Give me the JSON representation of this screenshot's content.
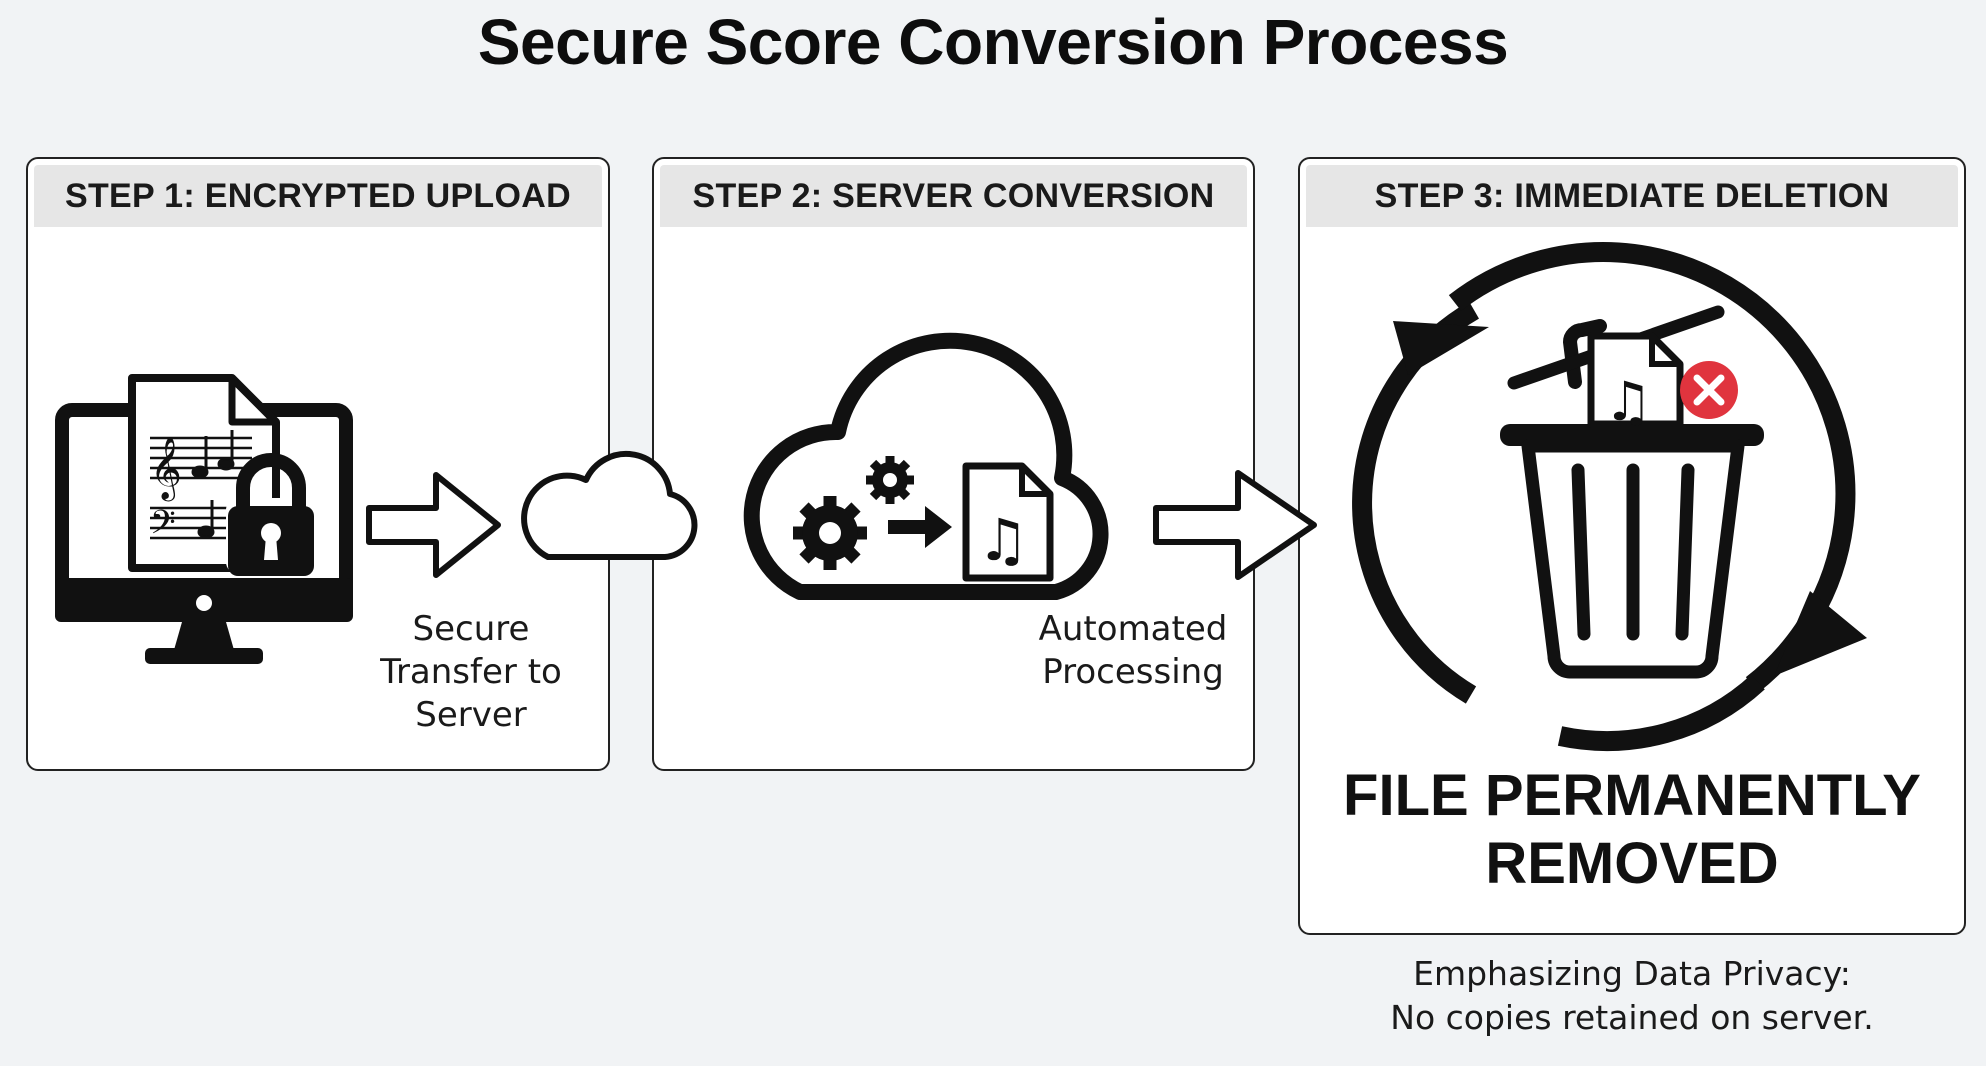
{
  "title": "Secure Score Conversion Process",
  "steps": [
    {
      "header": "STEP 1: ENCRYPTED UPLOAD",
      "caption": [
        "Secure",
        "Transfer to",
        "Server"
      ]
    },
    {
      "header": "STEP 2: SERVER CONVERSION",
      "caption": [
        "Automated",
        "Processing"
      ]
    },
    {
      "header": "STEP 3: IMMEDIATE DELETION",
      "caption": [
        "FILE PERMANENTLY",
        "REMOVED"
      ]
    }
  ],
  "footer_note": [
    "Emphasizing Data Privacy:",
    "No copies retained on server."
  ],
  "icons": {
    "step1": [
      "computer-monitor-icon",
      "sheet-music-document-icon",
      "padlock-icon"
    ],
    "transfer": [
      "arrow-right-icon",
      "cloud-icon"
    ],
    "step2": [
      "cloud-icon",
      "gears-icon",
      "arrow-right-icon",
      "music-file-icon"
    ],
    "step3": [
      "recycle-arrows-icon",
      "trash-can-icon",
      "music-file-icon",
      "error-x-icon"
    ]
  },
  "colors": {
    "background": "#f1f3f5",
    "header_bar": "#e6e6e6",
    "ink": "#111111",
    "error_red": "#e0343e"
  }
}
